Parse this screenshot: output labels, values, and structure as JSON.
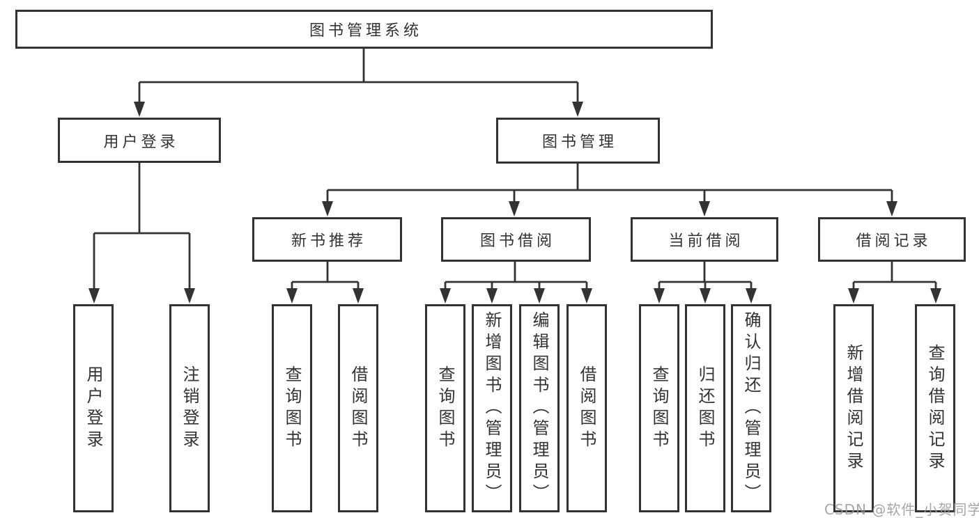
{
  "diagram": {
    "type": "hierarchy-tree",
    "colors": {
      "line": "#333333",
      "box_border": "#333333",
      "box_fill": "#ffffff",
      "text": "#333333",
      "watermark": "#969696",
      "background": "#ffffff"
    }
  },
  "tree": {
    "label": "图书管理系统",
    "children": [
      {
        "label": "用户登录",
        "children": [
          {
            "label": "用户登录"
          },
          {
            "label": "注销登录"
          }
        ]
      },
      {
        "label": "图书管理",
        "children": [
          {
            "label": "新书推荐",
            "children": [
              {
                "label": "查询图书"
              },
              {
                "label": "借阅图书"
              }
            ]
          },
          {
            "label": "图书借阅",
            "children": [
              {
                "label": "查询图书"
              },
              {
                "label": "新增图书（管理员）"
              },
              {
                "label": "编辑图书（管理员）"
              },
              {
                "label": "借阅图书"
              }
            ]
          },
          {
            "label": "当前借阅",
            "children": [
              {
                "label": "查询图书"
              },
              {
                "label": "归还图书"
              },
              {
                "label": "确认归还（管理员）"
              }
            ]
          },
          {
            "label": "借阅记录",
            "children": [
              {
                "label": "新增借阅记录"
              },
              {
                "label": "查询借阅记录"
              }
            ]
          }
        ]
      }
    ]
  },
  "watermark": {
    "text": "CSDN @软件_小贺同学"
  }
}
